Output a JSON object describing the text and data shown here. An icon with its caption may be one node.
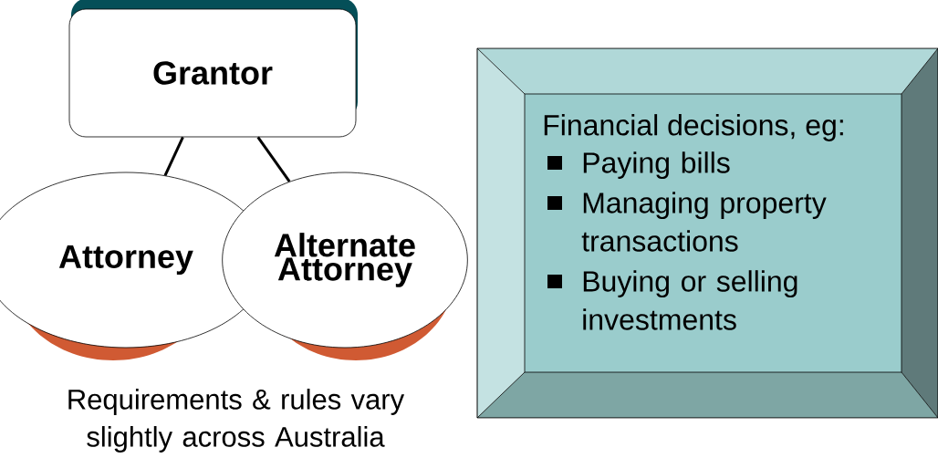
{
  "diagram": {
    "nodes": [
      {
        "text": [
          "Grantor"
        ]
      },
      {
        "text": [
          "Attorney"
        ]
      },
      {
        "text": [
          "Alternate Attorney"
        ]
      },
      {
        "text": [
          "Financial decisions, eg:",
          "Paying bills",
          "Managing property transactions",
          "Buying or selling investments"
        ]
      }
    ],
    "edges": [
      {
        "from": 0,
        "to": 1,
        "arrow": "none"
      },
      {
        "from": 0,
        "to": 2,
        "arrow": "none"
      }
    ],
    "labels": [
      "Requirements & rules vary slightly across Australia"
    ]
  }
}
